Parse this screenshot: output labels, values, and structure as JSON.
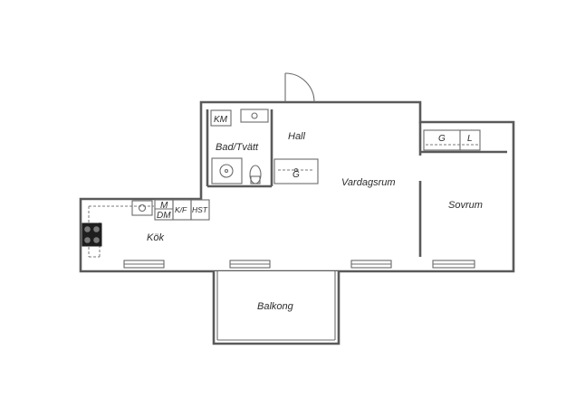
{
  "floorplan": {
    "rooms": {
      "bathroom": "Bad/Tvätt",
      "hall": "Hall",
      "living_room": "Vardagsrum",
      "bedroom": "Sovrum",
      "kitchen": "Kök",
      "balcony": "Balkong"
    },
    "fixtures": {
      "washing_machine": "KM",
      "hall_wardrobe": "G",
      "bedroom_wardrobe": "G",
      "bedroom_linen": "L",
      "microwave": "M",
      "dishwasher": "DM",
      "fridge_freezer": "K/F",
      "oven_tower": "HST"
    }
  }
}
